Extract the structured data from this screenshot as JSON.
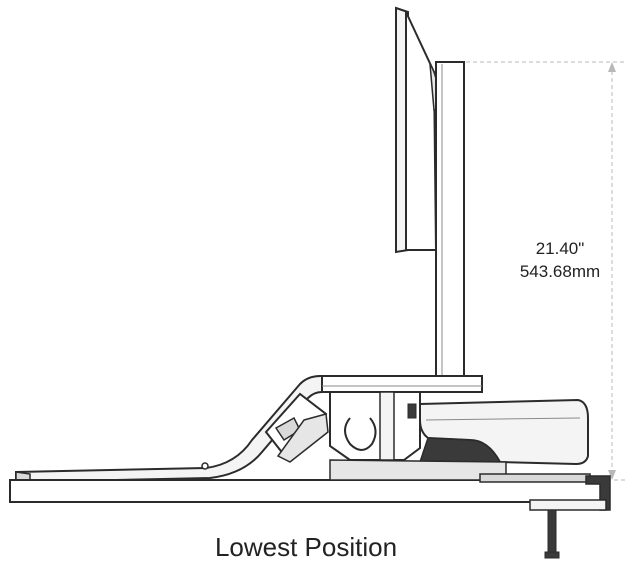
{
  "dimension": {
    "inches": "21.40\"",
    "millimeters": "543.68mm"
  },
  "caption": "Lowest Position",
  "colors": {
    "outline": "#2b2b2b",
    "fill_light": "#f4f4f4",
    "fill_mid": "#d9d9d9",
    "fill_dark": "#3a3a3a",
    "dimension_line": "#b8b8b8"
  },
  "icons": {
    "arrow": "dimension-arrowhead"
  }
}
